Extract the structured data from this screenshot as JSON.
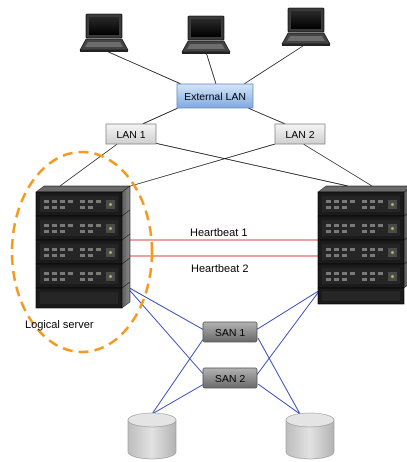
{
  "labels": {
    "external_lan": "External LAN",
    "lan1": "LAN 1",
    "lan2": "LAN 2",
    "heartbeat1": "Heartbeat 1",
    "heartbeat2": "Heartbeat  2",
    "logical_server": "Logical server",
    "san1": "SAN 1",
    "san2": "SAN 2"
  },
  "colors": {
    "lan_line": "#000000",
    "san_line": "#2a3fb8",
    "heartbeat_line": "#e06a6a",
    "logical_server_outline": "#f59a1e",
    "external_lan_box": "#a8c8ee",
    "lan_box": "#e4e4e4",
    "san_box": "#8a8a8a",
    "disk": "#d2d2d2"
  }
}
